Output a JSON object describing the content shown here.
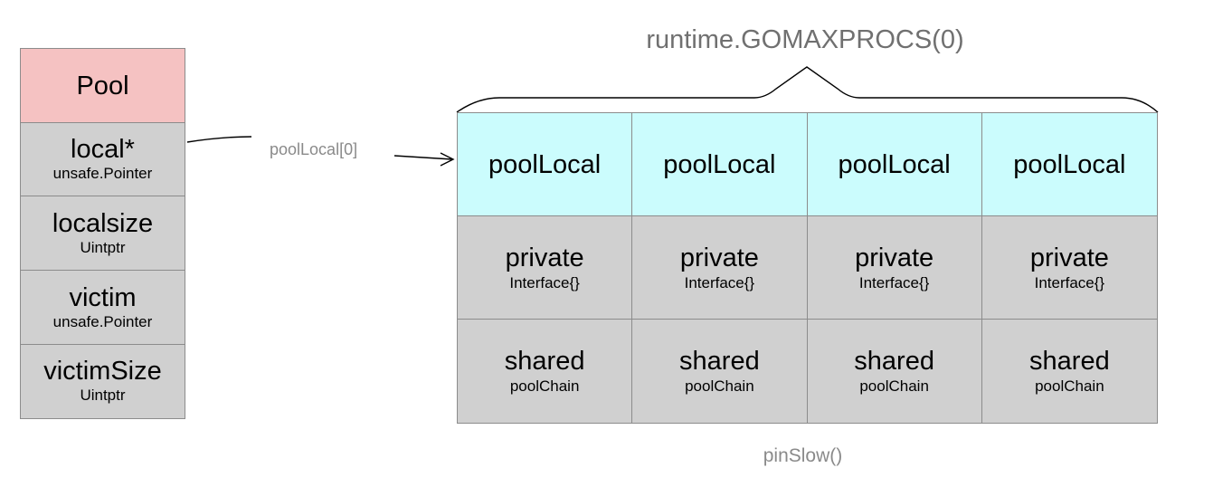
{
  "pool": {
    "title": "Pool",
    "fields": [
      {
        "name": "local*",
        "type": "unsafe.Pointer"
      },
      {
        "name": "localsize",
        "type": "Uintptr"
      },
      {
        "name": "victim",
        "type": "unsafe.Pointer"
      },
      {
        "name": "victimSize",
        "type": "Uintptr"
      }
    ]
  },
  "arrow_label": "poolLocal[0]",
  "brace_label": "runtime.GOMAXPROCS(0)",
  "bottom_label": "pinSlow()",
  "columns": [
    {
      "header": "poolLocal",
      "private": {
        "name": "private",
        "type": "Interface{}"
      },
      "shared": {
        "name": "shared",
        "type": "poolChain"
      }
    },
    {
      "header": "poolLocal",
      "private": {
        "name": "private",
        "type": "Interface{}"
      },
      "shared": {
        "name": "shared",
        "type": "poolChain"
      }
    },
    {
      "header": "poolLocal",
      "private": {
        "name": "private",
        "type": "Interface{}"
      },
      "shared": {
        "name": "shared",
        "type": "poolChain"
      }
    },
    {
      "header": "poolLocal",
      "private": {
        "name": "private",
        "type": "Interface{}"
      },
      "shared": {
        "name": "shared",
        "type": "poolChain"
      }
    }
  ],
  "colors": {
    "pool_header": "#f5c2c2",
    "field_fill": "#d0d0d0",
    "local_header": "#cbfcfd",
    "border": "#8c8c8c"
  }
}
